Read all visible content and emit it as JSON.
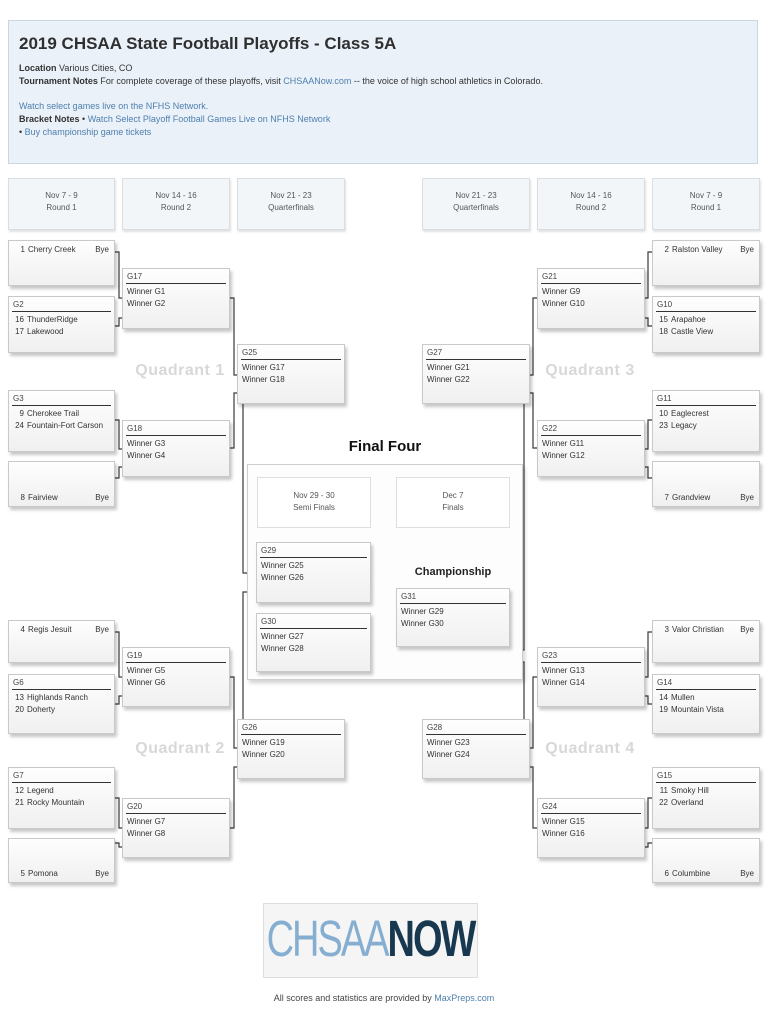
{
  "header": {
    "title": "2019 CHSAA State Football Playoffs - Class 5A",
    "location_label": "Location",
    "location_value": "Various Cities, CO",
    "tournament_notes_label": "Tournament Notes",
    "tournament_notes_pre": "For complete coverage of these playoffs, visit",
    "tournament_notes_link": "CHSAANow.com",
    "tournament_notes_post": "-- the voice of high school athletics in Colorado.",
    "nfhs_link": "Watch select games live on the NFHS Network.",
    "bracket_notes_label": "Bracket Notes",
    "bullet": "•",
    "bracket_note_link_1": "Watch Select Playoff Football Games Live on NFHS Network",
    "bracket_note_link_2": "Buy championship game tickets"
  },
  "rounds": [
    {
      "dates": "Nov 7 - 9",
      "name": "Round 1"
    },
    {
      "dates": "Nov 14 - 16",
      "name": "Round 2"
    },
    {
      "dates": "Nov 21 - 23",
      "name": "Quarterfinals"
    },
    {
      "dates": "Nov 21 - 23",
      "name": "Quarterfinals"
    },
    {
      "dates": "Nov 14 - 16",
      "name": "Round 2"
    },
    {
      "dates": "Nov 7 - 9",
      "name": "Round 1"
    }
  ],
  "quadrants": [
    "Quadrant 1",
    "Quadrant 2",
    "Quadrant 3",
    "Quadrant 4"
  ],
  "final_four": {
    "title": "Final Four",
    "semi_header": {
      "dates": "Nov 29 - 30",
      "name": "Semi Finals"
    },
    "finals_header": {
      "dates": "Dec 7",
      "name": "Finals"
    },
    "championship_label": "Championship"
  },
  "byes": {
    "b1": {
      "seed": "1",
      "team": "Cherry Creek",
      "bye": "Bye",
      "align": "top"
    },
    "b8": {
      "seed": "8",
      "team": "Fairview",
      "bye": "Bye",
      "align": "bottom"
    },
    "b4": {
      "seed": "4",
      "team": "Regis Jesuit",
      "bye": "Bye",
      "align": "top"
    },
    "b5": {
      "seed": "5",
      "team": "Pomona",
      "bye": "Bye",
      "align": "bottom"
    },
    "b2": {
      "seed": "2",
      "team": "Ralston Valley",
      "bye": "Bye",
      "align": "top"
    },
    "b7": {
      "seed": "7",
      "team": "Grandview",
      "bye": "Bye",
      "align": "bottom"
    },
    "b3": {
      "seed": "3",
      "team": "Valor Christian",
      "bye": "Bye",
      "align": "top"
    },
    "b6": {
      "seed": "6",
      "team": "Columbine",
      "bye": "Bye",
      "align": "bottom"
    }
  },
  "games": {
    "g2": {
      "label": "G2",
      "entries": [
        {
          "seed": "16",
          "team": "ThunderRidge"
        },
        {
          "seed": "17",
          "team": "Lakewood"
        }
      ]
    },
    "g3": {
      "label": "G3",
      "entries": [
        {
          "seed": "9",
          "team": "Cherokee Trail"
        },
        {
          "seed": "24",
          "team": "Fountain-Fort Carson"
        }
      ]
    },
    "g6": {
      "label": "G6",
      "entries": [
        {
          "seed": "13",
          "team": "Highlands Ranch"
        },
        {
          "seed": "20",
          "team": "Doherty"
        }
      ]
    },
    "g7": {
      "label": "G7",
      "entries": [
        {
          "seed": "12",
          "team": "Legend"
        },
        {
          "seed": "21",
          "team": "Rocky Mountain"
        }
      ]
    },
    "g10": {
      "label": "G10",
      "entries": [
        {
          "seed": "15",
          "team": "Arapahoe"
        },
        {
          "seed": "18",
          "team": "Castle View"
        }
      ]
    },
    "g11": {
      "label": "G11",
      "entries": [
        {
          "seed": "10",
          "team": "Eaglecrest"
        },
        {
          "seed": "23",
          "team": "Legacy"
        }
      ]
    },
    "g14": {
      "label": "G14",
      "entries": [
        {
          "seed": "14",
          "team": "Mullen"
        },
        {
          "seed": "19",
          "team": "Mountain Vista"
        }
      ]
    },
    "g15": {
      "label": "G15",
      "entries": [
        {
          "seed": "11",
          "team": "Smoky Hill"
        },
        {
          "seed": "22",
          "team": "Overland"
        }
      ]
    },
    "g17": {
      "label": "G17",
      "entries": [
        {
          "team": "Winner G1"
        },
        {
          "team": "Winner G2"
        }
      ]
    },
    "g18": {
      "label": "G18",
      "entries": [
        {
          "team": "Winner G3"
        },
        {
          "team": "Winner G4"
        }
      ]
    },
    "g19": {
      "label": "G19",
      "entries": [
        {
          "team": "Winner G5"
        },
        {
          "team": "Winner G6"
        }
      ]
    },
    "g20": {
      "label": "G20",
      "entries": [
        {
          "team": "Winner G7"
        },
        {
          "team": "Winner G8"
        }
      ]
    },
    "g21": {
      "label": "G21",
      "entries": [
        {
          "team": "Winner G9"
        },
        {
          "team": "Winner G10"
        }
      ]
    },
    "g22": {
      "label": "G22",
      "entries": [
        {
          "team": "Winner G11"
        },
        {
          "team": "Winner G12"
        }
      ]
    },
    "g23": {
      "label": "G23",
      "entries": [
        {
          "team": "Winner G13"
        },
        {
          "team": "Winner G14"
        }
      ]
    },
    "g24": {
      "label": "G24",
      "entries": [
        {
          "team": "Winner G15"
        },
        {
          "team": "Winner G16"
        }
      ]
    },
    "g25": {
      "label": "G25",
      "entries": [
        {
          "team": "Winner G17"
        },
        {
          "team": "Winner G18"
        }
      ]
    },
    "g26": {
      "label": "G26",
      "entries": [
        {
          "team": "Winner G19"
        },
        {
          "team": "Winner G20"
        }
      ]
    },
    "g27": {
      "label": "G27",
      "entries": [
        {
          "team": "Winner G21"
        },
        {
          "team": "Winner G22"
        }
      ]
    },
    "g28": {
      "label": "G28",
      "entries": [
        {
          "team": "Winner G23"
        },
        {
          "team": "Winner G24"
        }
      ]
    },
    "g29": {
      "label": "G29",
      "entries": [
        {
          "team": "Winner G25"
        },
        {
          "team": "Winner G26"
        }
      ]
    },
    "g30": {
      "label": "G30",
      "entries": [
        {
          "team": "Winner G27"
        },
        {
          "team": "Winner G28"
        }
      ]
    },
    "g31": {
      "label": "G31",
      "entries": [
        {
          "team": "Winner G29"
        },
        {
          "team": "Winner G30"
        }
      ]
    }
  },
  "footer": {
    "logo_chsaa": "CHSAA",
    "logo_now": "NOW",
    "provider_pre": "All scores and statistics are provided by",
    "provider_link": "MaxPreps.com"
  },
  "colors": {
    "link_blue": "#4e7fae",
    "panel_blue": "#eaf1f8",
    "logo_light_blue": "#85aed1",
    "logo_navy": "#17384f",
    "watermark_gray": "#d8d8d8"
  }
}
